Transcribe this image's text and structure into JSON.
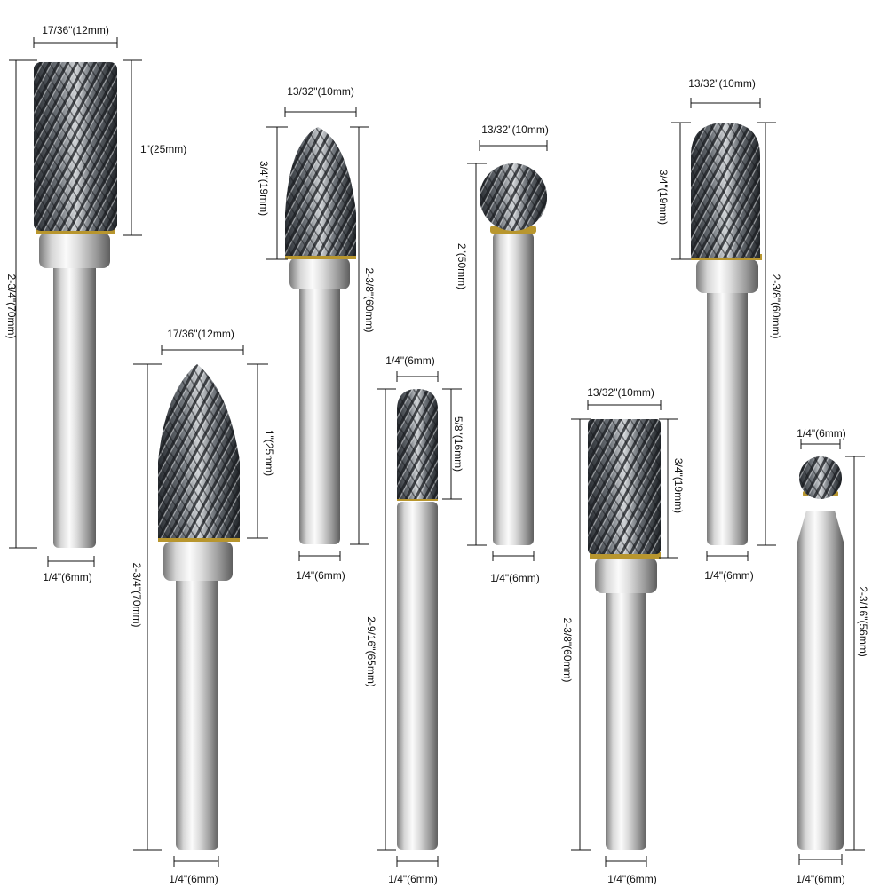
{
  "bits": [
    {
      "name": "cylinder-burr-12mm",
      "labels": {
        "head_width": "17/36\"(12mm)",
        "head_length": "1\"(25mm)",
        "total_length": "2-3/4\"(70mm)",
        "shank": "1/4\"(6mm)"
      }
    },
    {
      "name": "tree-pointed-burr-12mm",
      "labels": {
        "head_width": "17/36\"(12mm)",
        "head_length": "1\"(25mm)",
        "total_length": "2-3/4\"(70mm)",
        "shank": "1/4\"(6mm)"
      }
    },
    {
      "name": "flame-burr-10mm",
      "labels": {
        "head_width": "13/32\"(10mm)",
        "head_length": "3/4\"(19mm)",
        "total_length": "2-3/8\"(60mm)",
        "shank": "1/4\"(6mm)"
      }
    },
    {
      "name": "ball-nose-cylinder-burr-6mm",
      "labels": {
        "head_width": "1/4\"(6mm)",
        "head_length": "5/8\"(16mm)",
        "total_length": "2-9/16\"(65mm)",
        "shank": "1/4\"(6mm)"
      }
    },
    {
      "name": "ball-burr-10mm",
      "labels": {
        "head_width": "13/32\"(10mm)",
        "total_length": "2\"(50mm)",
        "shank": "1/4\"(6mm)"
      }
    },
    {
      "name": "cylinder-burr-10mm",
      "labels": {
        "head_width": "13/32\"(10mm)",
        "head_length": "3/4\"(19mm)",
        "total_length": "2-3/8\"(60mm)",
        "shank": "1/4\"(6mm)"
      }
    },
    {
      "name": "ball-nose-cylinder-burr-10mm",
      "labels": {
        "head_width": "13/32\"(10mm)",
        "head_length": "3/4\"(19mm)",
        "total_length": "2-3/8\"(60mm)",
        "shank": "1/4\"(6mm)"
      }
    },
    {
      "name": "small-ball-burr-6mm",
      "labels": {
        "head_width": "1/4\"(6mm)",
        "total_length": "2-3/16\"(56mm)",
        "shank": "1/4\"(6mm)"
      }
    }
  ],
  "colors": {
    "background": "#ffffff",
    "dimension_line": "#111111",
    "shank_light": "#f4f4f4",
    "shank_mid": "#bdbdbd",
    "shank_dark": "#6f6f6f",
    "carbide_dark": "#2f3338",
    "carbide_light": "#c9ccd0",
    "braze_gold": "#b8962e"
  }
}
